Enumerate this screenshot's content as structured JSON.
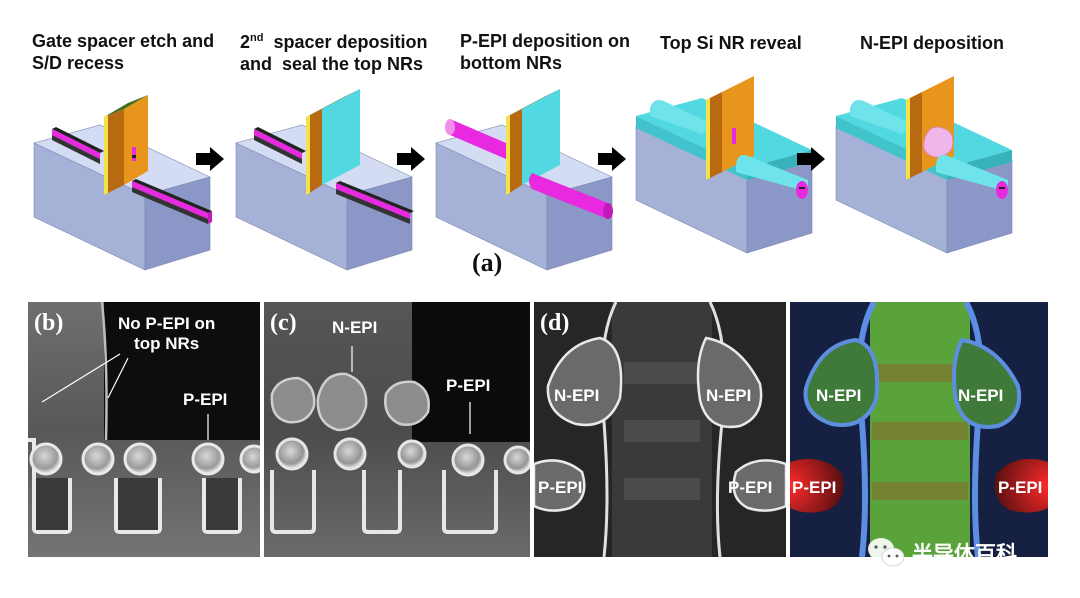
{
  "figure": {
    "steps": [
      {
        "line1": "Gate spacer etch and",
        "line2": "S/D recess"
      },
      {
        "line1_pre": "2",
        "line1_sup": "nd",
        "line1_post": "  spacer deposition",
        "line2": "and  seal the top NRs"
      },
      {
        "line1": "P-EPI deposition on",
        "line2": "bottom NRs"
      },
      {
        "line1": "Top Si NR reveal",
        "line2": ""
      },
      {
        "line1": "N-EPI deposition",
        "line2": ""
      }
    ],
    "panel_a_label": "(a)",
    "panel_b": {
      "id": "(b)",
      "annotation": "No P-EPI on\ntop NRs",
      "pepi": "P-EPI"
    },
    "panel_c": {
      "id": "(c)",
      "nepi": "N-EPI",
      "pepi": "P-EPI"
    },
    "panel_d": {
      "id": "(d)",
      "nepi_left": "N-EPI",
      "nepi_right": "N-EPI",
      "pepi_left": "P-EPI",
      "pepi_right": "P-EPI"
    },
    "panel_e": {
      "nepi_left": "N-EPI",
      "nepi_right": "N-EPI",
      "pepi_left": "P-EPI",
      "pepi_right": "P-EPI"
    },
    "watermark": "半导体百科",
    "colors": {
      "substrate_top": "#d3dcf2",
      "substrate_front": "#a6b1d8",
      "substrate_side": "#8b97c6",
      "gate": "#e8951e",
      "gate_cap": "#3f6f1c",
      "spacer": "#52d8e0",
      "p_epi": "#e829e0",
      "n_epi": "#f0b6ea",
      "fin_black": "#333333"
    },
    "icons": [
      "arrow-right-icon",
      "wechat-icon"
    ]
  }
}
